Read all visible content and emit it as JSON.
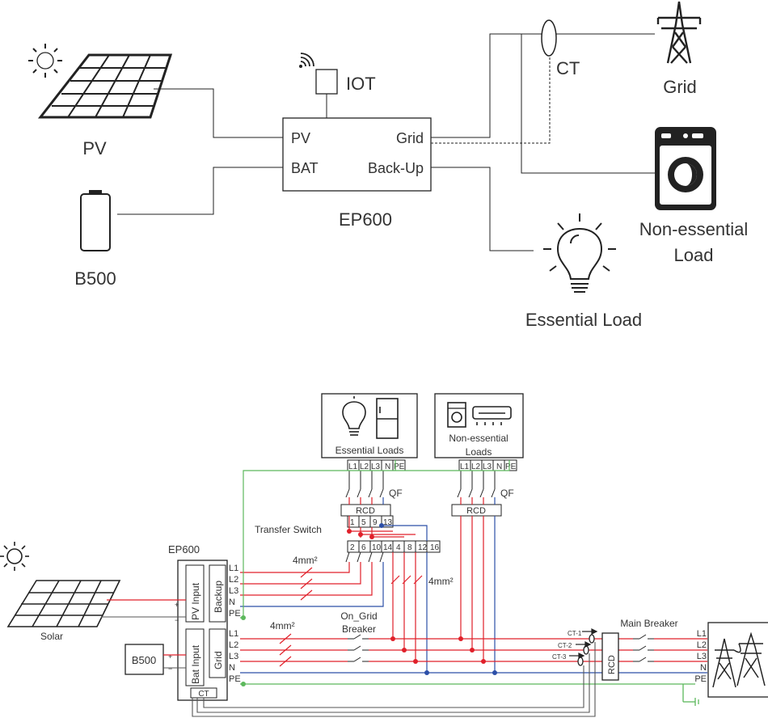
{
  "top": {
    "pv": "PV",
    "bat_device": "B500",
    "iot": "IOT",
    "inverter": "EP600",
    "port_pv": "PV",
    "port_bat": "BAT",
    "port_grid": "Grid",
    "port_backup": "Back-Up",
    "ct": "CT",
    "grid": "Grid",
    "non_essential_1": "Non-essential",
    "non_essential_2": "Load",
    "essential": "Essential Load"
  },
  "bottom": {
    "essential_loads": "Essential Loads",
    "non_essential_1": "Non-essential",
    "non_essential_2": "Loads",
    "terms": [
      "L1",
      "L2",
      "L3",
      "N",
      "PE"
    ],
    "qf": "QF",
    "rcd": "RCD",
    "transfer_switch": "Transfer Switch",
    "ts_top": [
      "1",
      "5",
      "9",
      "13"
    ],
    "ts_bottom": [
      "2",
      "6",
      "10",
      "14",
      "4",
      "8",
      "12",
      "16"
    ],
    "inverter": "EP600",
    "pv_input": "PV Input",
    "backup": "Backup",
    "bat_input": "Bat Input",
    "grid_port": "Grid",
    "ct": "CT",
    "cable_size": "4mm²",
    "on_grid_1": "On_Grid",
    "on_grid_2": "Breaker",
    "main_breaker": "Main Breaker",
    "ct_labels": [
      "CT-1",
      "CT-2",
      "CT-3"
    ],
    "solar": "Solar",
    "battery": "B500",
    "plus": "+",
    "minus": "−"
  }
}
